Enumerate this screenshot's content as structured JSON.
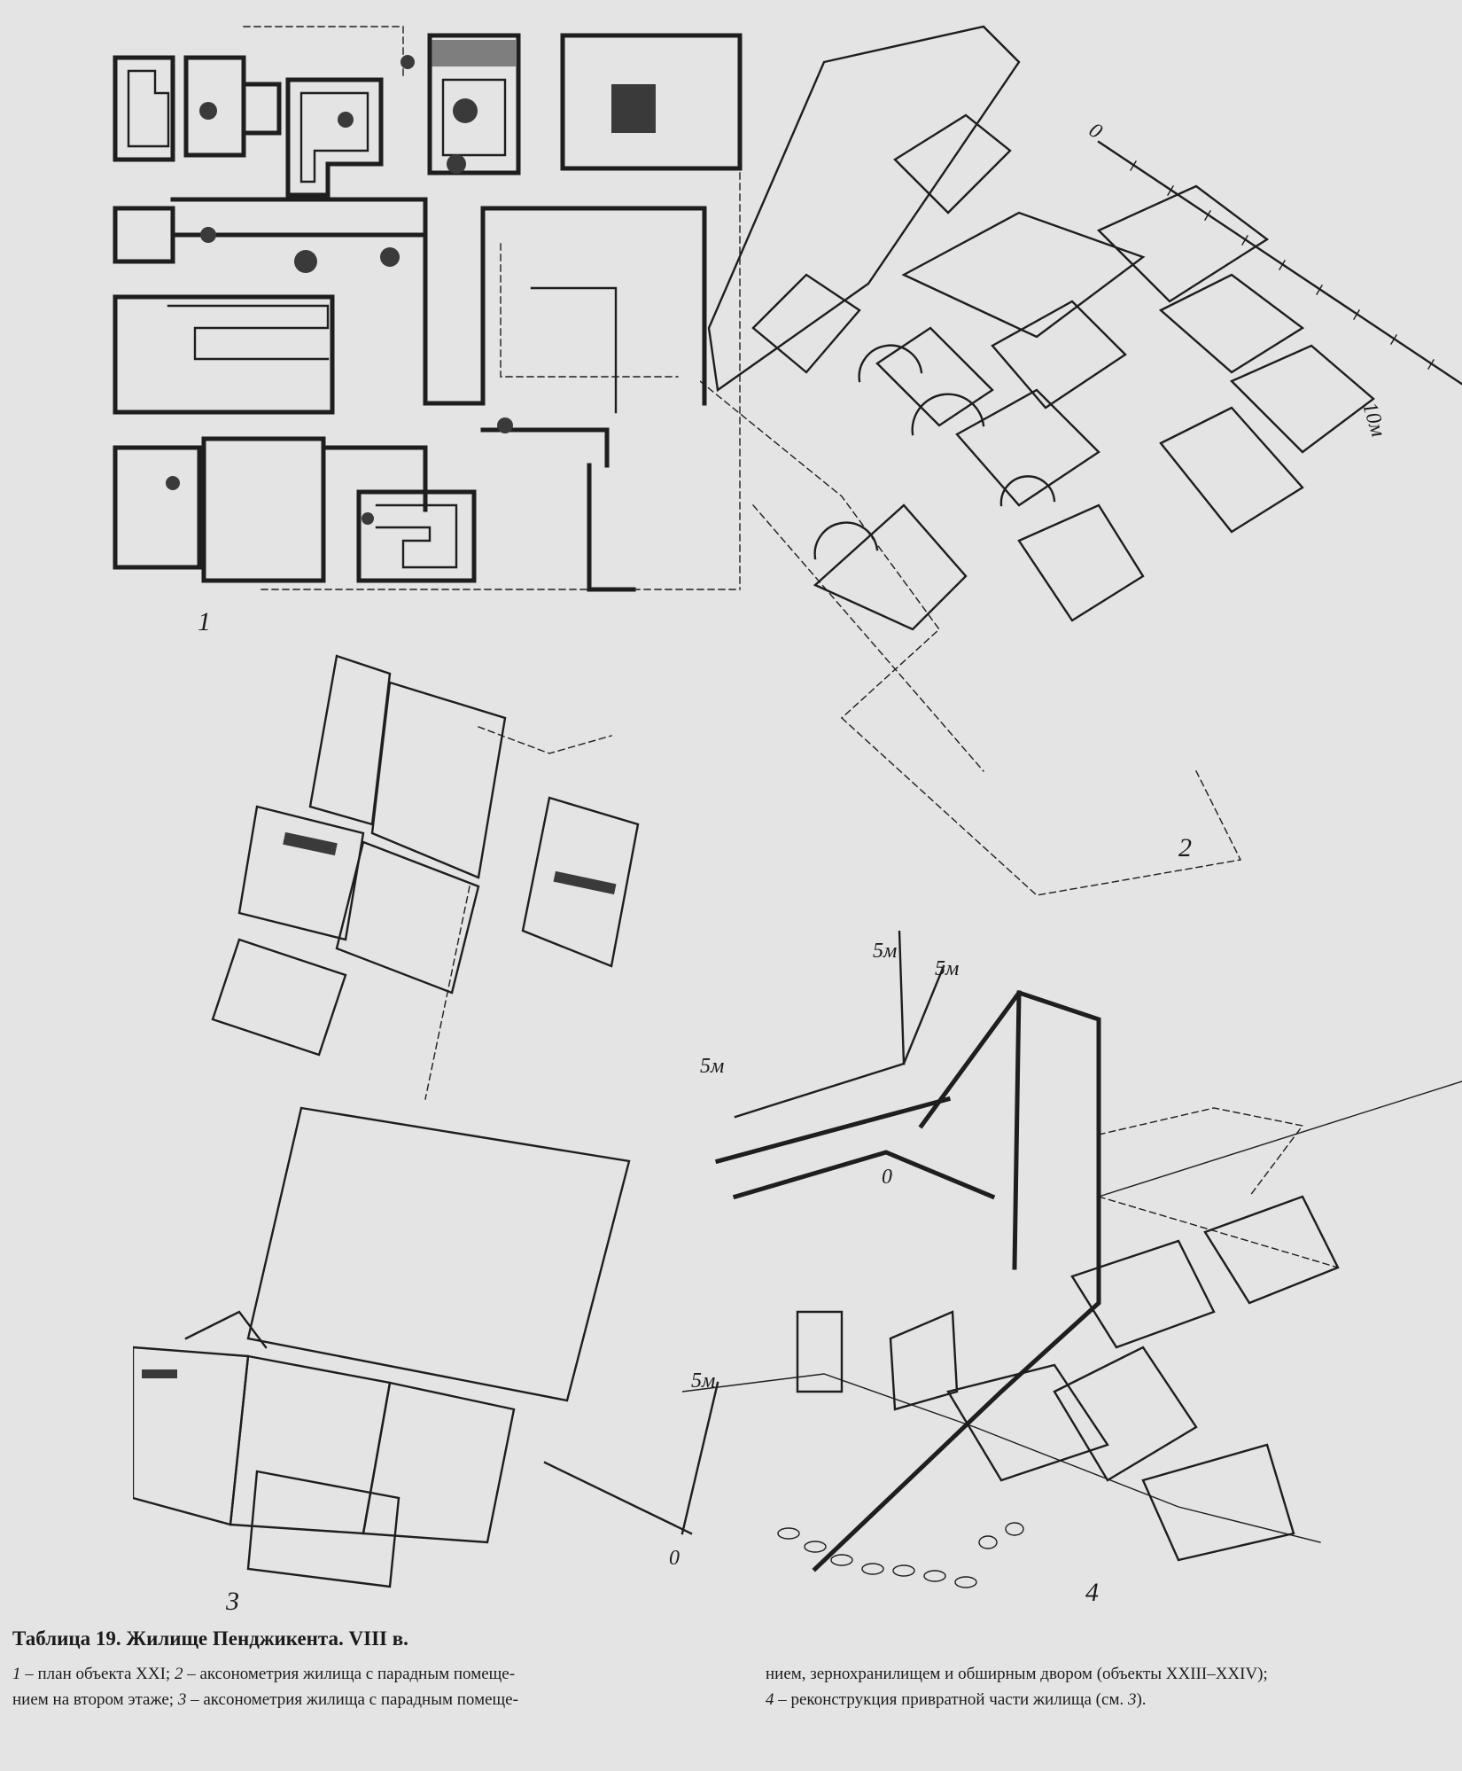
{
  "title": "Таблица 19. Жилище Пенджикента. VIII в.",
  "figures": [
    {
      "number": "1"
    },
    {
      "number": "2"
    },
    {
      "number": "3"
    },
    {
      "number": "4"
    }
  ],
  "scales": {
    "fig2_zero": "0",
    "fig2_ten": "10м",
    "fig3_five": "5м",
    "fig3_zero": "0",
    "fig4_a": "5м",
    "fig4_b": "5м",
    "fig4_c": "5м",
    "fig4_zero": "0"
  },
  "caption": {
    "col1": [
      {
        "num": "1",
        "text": " – план объекта XXI; "
      },
      {
        "num": "2",
        "text": " – аксонометрия жилища с парадным помеще-"
      },
      {
        "num": "",
        "text": "нием на втором этаже; "
      },
      {
        "num": "3",
        "text": " – аксонометрия жилища с парадным помеще-"
      }
    ],
    "col2_line1": "нием, зернохранилищем и обширным двором (объекты XXIII–XXIV);",
    "col2_line2_num": "4",
    "col2_line2_text": " – реконструкция привратной части жилища (см. ",
    "col2_line2_ref": "3",
    "col2_line2_end": ")."
  }
}
